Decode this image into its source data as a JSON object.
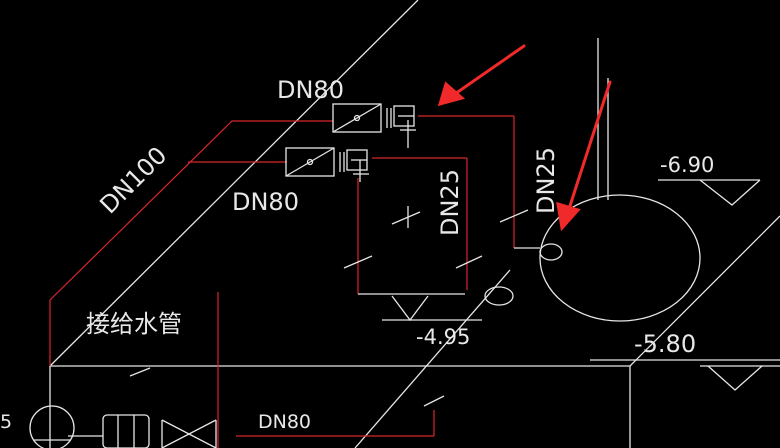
{
  "labels": {
    "dn80_top": "DN80",
    "dn100": "DN100",
    "dn80_mid": "DN80",
    "dn25_left": "DN25",
    "dn25_right": "DN25",
    "elev_690": "-6.90",
    "elev_495": "-4.95",
    "elev_580": "-5.80",
    "connect_pipe": "接给水管",
    "dn80_bottom": "DN80",
    "edge_digit": "5"
  },
  "colors": {
    "background": "#000000",
    "white_line": "#e6e6e6",
    "red_line": "#d8262b",
    "annotation_arrow": "#f02a2a"
  }
}
